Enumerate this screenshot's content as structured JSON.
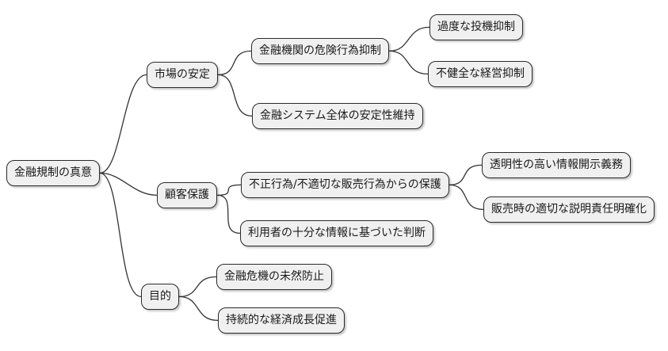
{
  "style": {
    "node_fill": "#f0f0f0",
    "node_border": "#2a2a2a",
    "line_color": "#333333",
    "background": "#ffffff"
  },
  "mindmap": {
    "root": {
      "label": "金融規制の真意"
    },
    "branches": [
      {
        "label": "市場の安定",
        "children": [
          {
            "label": "金融機関の危険行為抑制",
            "children": [
              {
                "label": "過度な投機抑制"
              },
              {
                "label": "不健全な経営抑制"
              }
            ]
          },
          {
            "label": "金融システム全体の安定性維持"
          }
        ]
      },
      {
        "label": "顧客保護",
        "children": [
          {
            "label": "不正行為/不適切な販売行為からの保護",
            "children": [
              {
                "label": "透明性の高い情報開示義務"
              },
              {
                "label": "販売時の適切な説明責任明確化"
              }
            ]
          },
          {
            "label": "利用者の十分な情報に基づいた判断"
          }
        ]
      },
      {
        "label": "目的",
        "children": [
          {
            "label": "金融危機の未然防止"
          },
          {
            "label": "持続的な経済成長促進"
          }
        ]
      }
    ]
  }
}
